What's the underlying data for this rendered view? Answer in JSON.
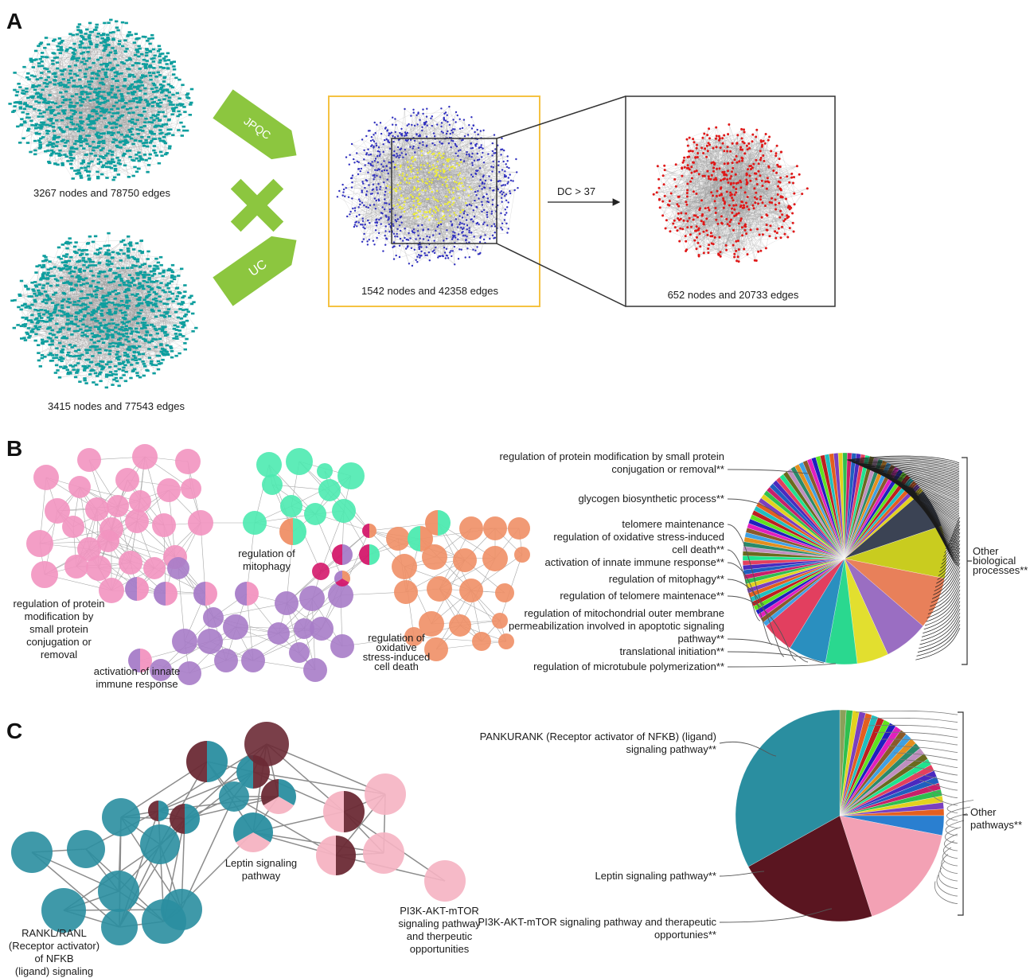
{
  "panels": {
    "A": {
      "letter": "A",
      "jpqc_network_caption": "3267 nodes and 78750 edges",
      "uc_network_caption": "3415 nodes and 77543 edges",
      "arrow_top_label": "JPQC",
      "arrow_bottom_label": "UC",
      "intersect_symbol": "intersection-x-icon",
      "merged_network_caption": "1542 nodes and 42358 edges",
      "filter_label": "DC > 37",
      "core_network_caption": "652 nodes and 20733 edges",
      "colors": {
        "network_nodes": "#0e9e9e",
        "arrow": "#8cc63f",
        "outer_nodes": "#2f2fbf",
        "inner_nodes": "#f0f032",
        "core_nodes": "#e01818",
        "highlight_box": "#f5c242"
      }
    },
    "B": {
      "letter": "B",
      "cluster_labels": {
        "pink": "regulation of protein modification by small protein conjugation or removal",
        "green": "regulation of mitophagy",
        "purple": "activation of innate immune response",
        "orange": "regulation of oxidative stress-induced cell death"
      },
      "pie_labels": [
        "regulation of protein modification by small protein conjugation or removal**",
        "glycogen biosynthetic process**",
        "telomere maintenance",
        "regulation of oxidative stress-induced cell death**",
        "activation of innate immune response**",
        "regulation of mitophagy**",
        "regulation of telomere maintenace**",
        "regulation of mitochondrial outer membrane permeabilization involved in apoptotic signaling pathway**",
        "translational initiation**",
        "regulation of microtubule polymerization**"
      ],
      "other_label": "Other biological processes**",
      "colors": {
        "pink": "#f294c0",
        "green": "#4deab0",
        "purple": "#a77cc8",
        "orange": "#ef8f66",
        "magenta": "#d4196c"
      }
    },
    "C": {
      "letter": "C",
      "cluster_labels": {
        "teal": "RANKL/RANL (Receptor activator) of NFKB (ligand) signaling pathway",
        "maroon": "Leptin signaling pathway",
        "pink": "PI3K-AKT-mTOR signaling pathway and therpeutic opportunities"
      },
      "pie_labels": [
        "PANKURANK (Receptor activator of NFKB) (ligand) signaling pathway**",
        "Leptin signaling pathway**",
        "PI3K-AKT-mTOR signaling pathway and therapeutic opportunies**"
      ],
      "other_label": "Other pathways**",
      "colors": {
        "teal": "#2a8ea0",
        "maroon": "#6b2a35",
        "pink": "#f5b3c2"
      }
    }
  }
}
